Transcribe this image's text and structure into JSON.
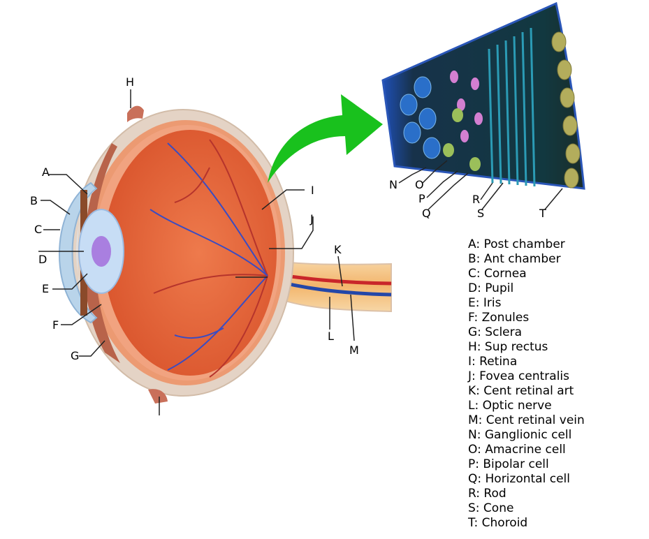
{
  "labels": {
    "A": "A",
    "B": "B",
    "C": "C",
    "D": "D",
    "E": "E",
    "F": "F",
    "G": "G",
    "H": "H",
    "I": "I",
    "J": "J",
    "K": "K",
    "L": "L",
    "M": "M",
    "N": "N",
    "O": "O",
    "P": "P",
    "Q": "Q",
    "R": "R",
    "S": "S",
    "T": "T"
  },
  "legend": [
    "A: Post chamber",
    "B: Ant chamber",
    "C: Cornea",
    "D: Pupil",
    "E: Iris",
    "F: Zonules",
    "G: Sclera",
    "H: Sup rectus",
    "I: Retina",
    "J: Fovea centralis",
    "K: Cent retinal art",
    "L: Optic nerve",
    "M: Cent retinal vein",
    "N: Ganglionic cell",
    "O: Amacrine cell",
    "P: Bipolar cell",
    "Q: Horizontal cell",
    "R: Rod",
    "S: Cone",
    "T: Choroid"
  ],
  "colors": {
    "sclera": "#e4d3c5",
    "choroid": "#e98a5e",
    "vitreous": "#e8693d",
    "lens": "#c7ddf5",
    "pupil": "#a97fe0",
    "cornea": "#b9d4ea",
    "iris": "#8a4a2a",
    "muscle": "#c9705a",
    "nerve": "#f5c98a",
    "artery": "#c9262a",
    "vein": "#2447a8",
    "arrow": "#19c11d",
    "retina_blue": "#2a56b8",
    "retina_bg": "#1c2c30",
    "rods": "#2b9bb5",
    "choroid_cells": "#b3ad5c",
    "bipolar": "#d37fd1"
  }
}
